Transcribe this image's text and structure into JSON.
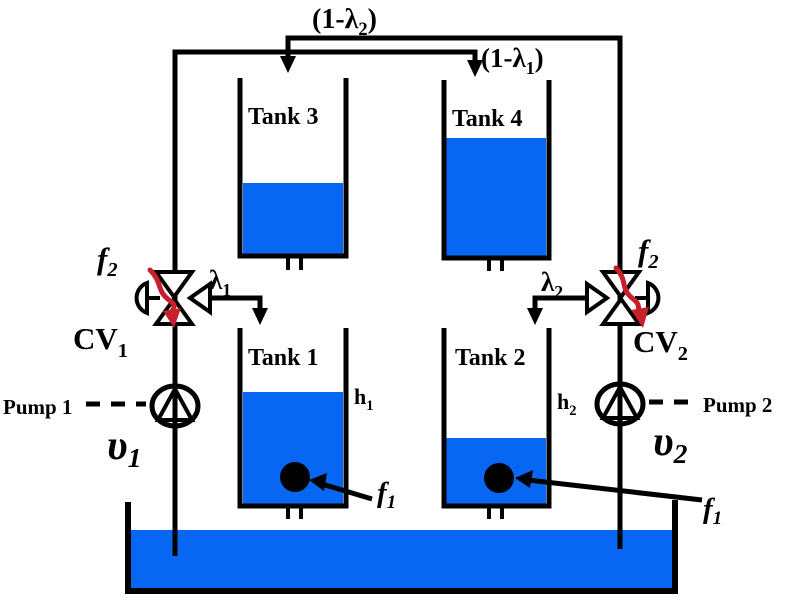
{
  "colors": {
    "water": "#0766F2",
    "line": "#000000",
    "fault": "#C8202A",
    "pump_fill": "#F9E2C2"
  },
  "labels": {
    "flow_split_top": {
      "pre": "(1-λ",
      "sub": "2",
      "post": ")"
    },
    "flow_split_inner": {
      "pre": "(1-λ",
      "sub": "1",
      "post": ")"
    },
    "tank1": "Tank 1",
    "tank2": "Tank 2",
    "tank3": "Tank 3",
    "tank4": "Tank 4",
    "lambda1": {
      "pre": "λ",
      "sub": "1",
      "post": ""
    },
    "lambda2": {
      "pre": "λ",
      "sub": "2",
      "post": ""
    },
    "fault_leak": {
      "pre": "f",
      "sub": "1",
      "post": ""
    },
    "fault_valve": {
      "pre": "f",
      "sub": "2",
      "post": ""
    },
    "cv1": {
      "pre": "CV",
      "sub": "1",
      "post": ""
    },
    "cv2": {
      "pre": "CV",
      "sub": "2",
      "post": ""
    },
    "pump1": "Pump 1",
    "pump2": "Pump 2",
    "v1": {
      "pre": "υ",
      "sub": "1",
      "post": ""
    },
    "v2": {
      "pre": "υ",
      "sub": "2",
      "post": ""
    },
    "h1": {
      "pre": "h",
      "sub": "1",
      "post": ""
    },
    "h2": {
      "pre": "h",
      "sub": "2",
      "post": ""
    }
  }
}
